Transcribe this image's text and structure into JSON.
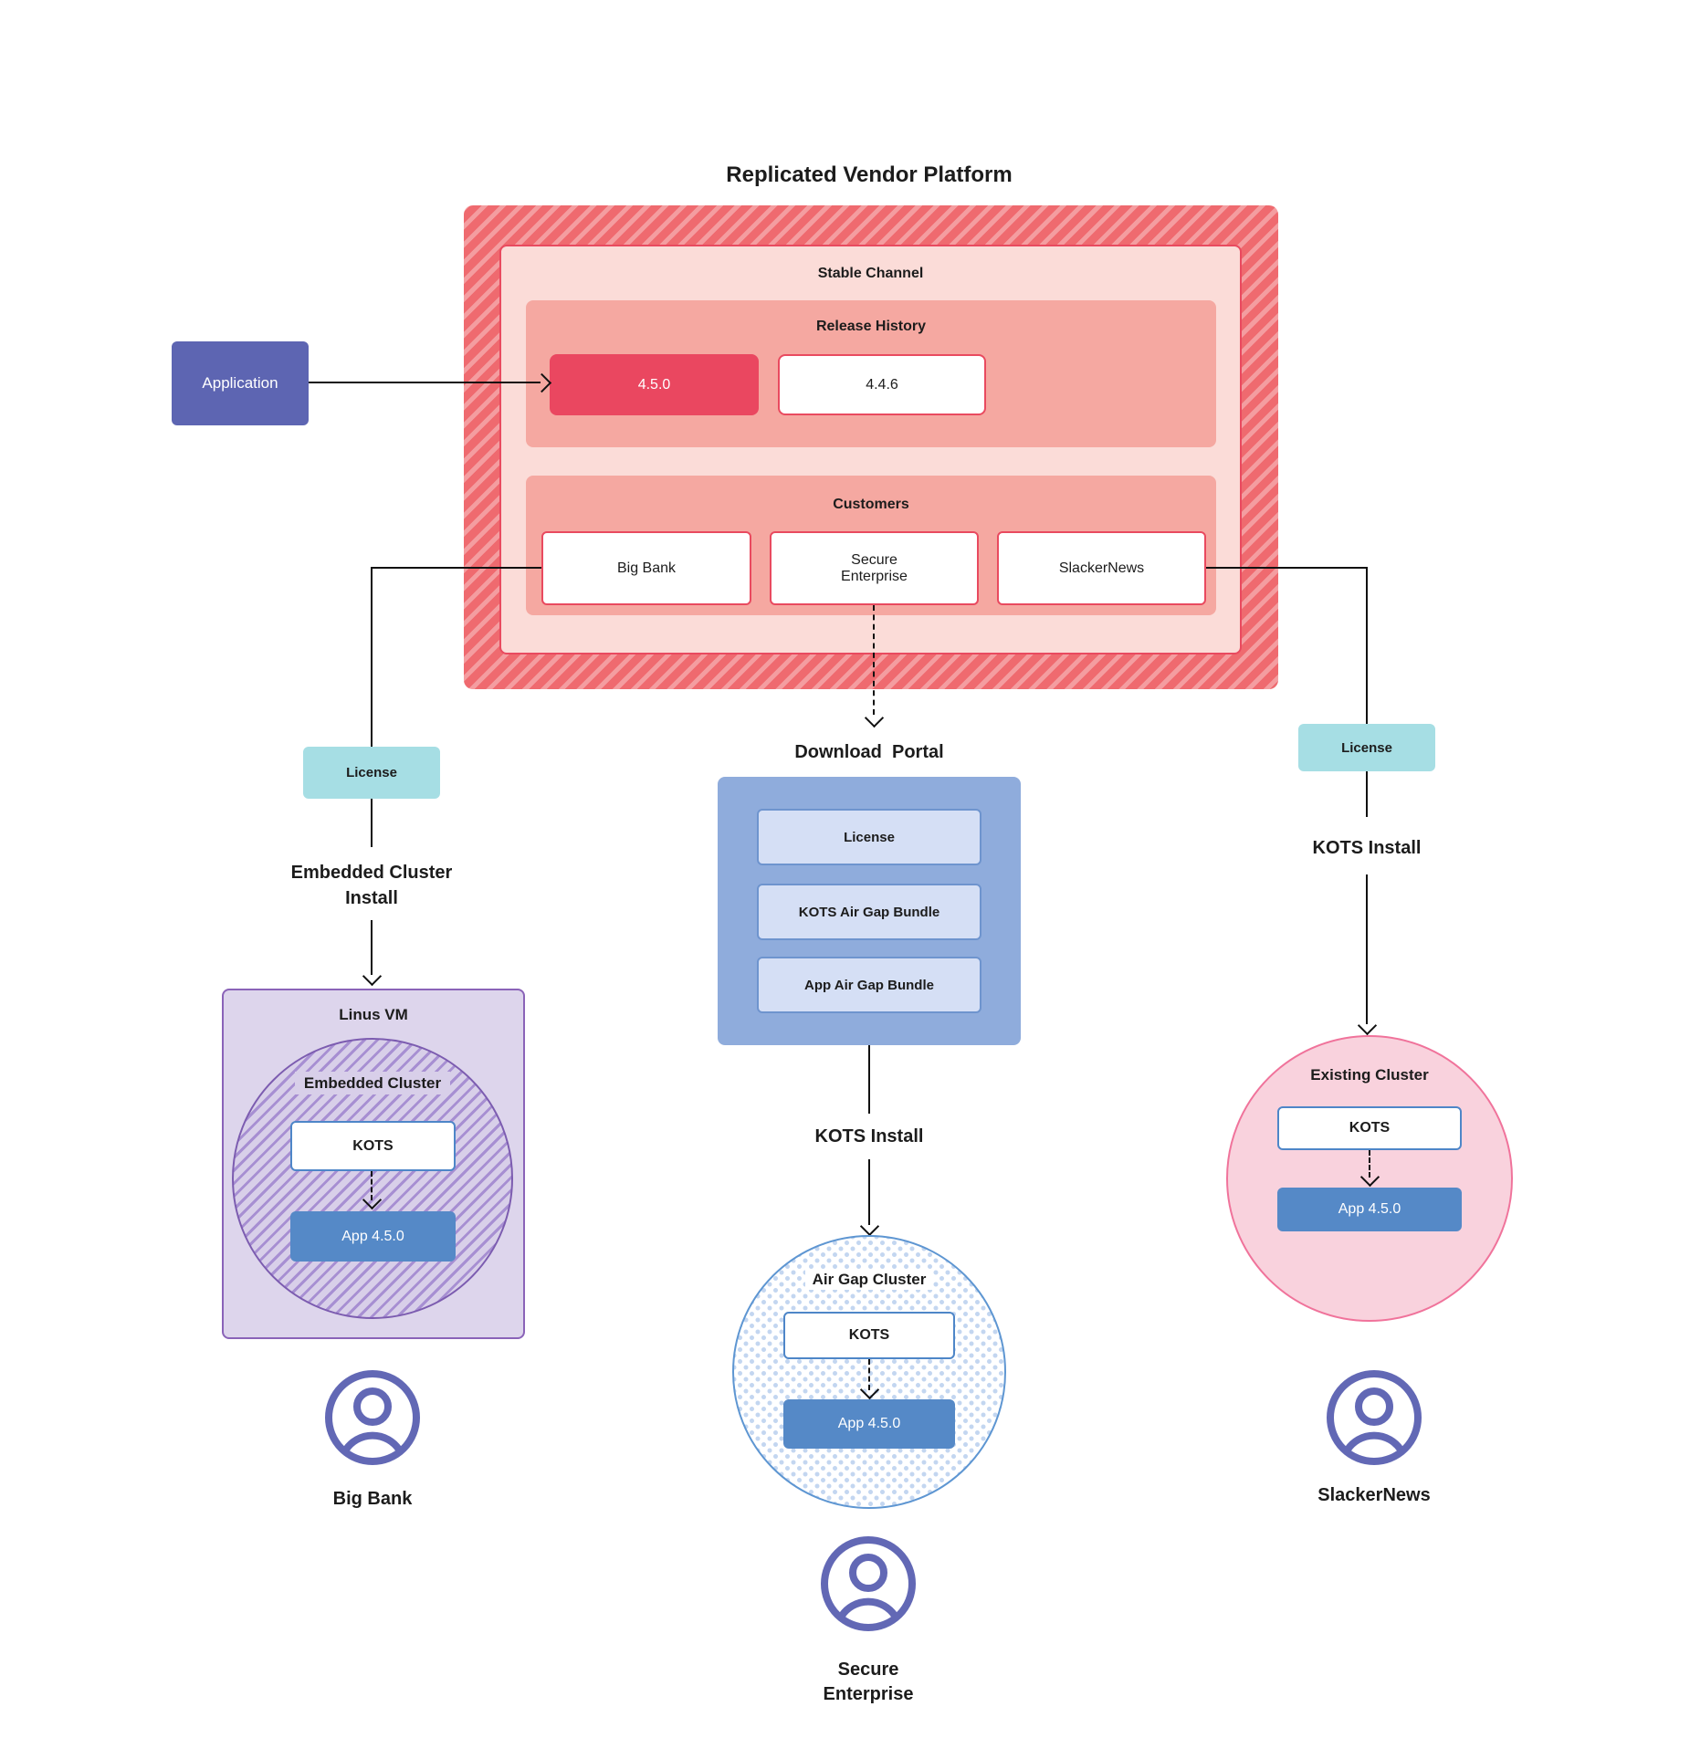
{
  "title": "Replicated Vendor Platform",
  "platform": {
    "stable_channel_label": "Stable Channel",
    "release_history_label": "Release History",
    "releases": [
      "4.5.0",
      "4.4.6"
    ],
    "customers_label": "Customers",
    "customers": [
      "Big Bank",
      "Secure Enterprise",
      "SlackerNews"
    ]
  },
  "application_label": "Application",
  "left_flow": {
    "license_label": "License",
    "install_label": "Embedded Cluster Install",
    "vm_label": "Linus VM",
    "cluster_label": "Embedded Cluster",
    "kots_label": "KOTS",
    "app_label": "App 4.5.0",
    "user_label": "Big Bank"
  },
  "middle_flow": {
    "portal_title": "Download  Portal",
    "portal_items": [
      "License",
      "KOTS Air Gap Bundle",
      "App Air Gap Bundle"
    ],
    "install_label": "KOTS Install",
    "cluster_label": "Air Gap Cluster",
    "kots_label": "KOTS",
    "app_label": "App 4.5.0",
    "user_label": "Secure Enterprise"
  },
  "right_flow": {
    "license_label": "License",
    "install_label": "KOTS Install",
    "cluster_label": "Existing Cluster",
    "kots_label": "KOTS",
    "app_label": "App 4.5.0",
    "user_label": "SlackerNews"
  },
  "colors": {
    "platform_red": "#EF6A6F",
    "stable_pink": "#FBDCD8",
    "section_salmon": "#F5A8A1",
    "release_red": "#EA4760",
    "border_red": "#E94A5F",
    "application_purple": "#5D65B2",
    "license_teal": "#A6DEE4",
    "portal_blue": "#8FACDC",
    "portal_item_blue": "#D5DFF5",
    "app_blue": "#5589C7",
    "vm_purple": "#DDD5EC",
    "cluster_pink": "#F9D2DD",
    "user_icon_indigo": "#6268B5"
  }
}
